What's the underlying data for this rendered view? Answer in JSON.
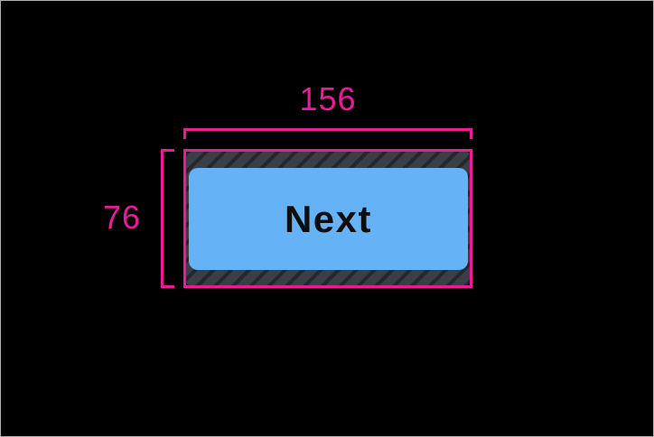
{
  "window": {
    "background": "#000000",
    "frame_border_color": "#b0b0b0"
  },
  "inspector_overlay": {
    "guide_color": "#ee189b",
    "width_label": "156",
    "height_label": "76",
    "padding_hatch": {
      "base_color": "#3a3e46",
      "stripe_color": "#24272e"
    }
  },
  "button": {
    "label": "Next",
    "fill_color": "#65b2f7",
    "text_color": "#0e0e0e"
  }
}
